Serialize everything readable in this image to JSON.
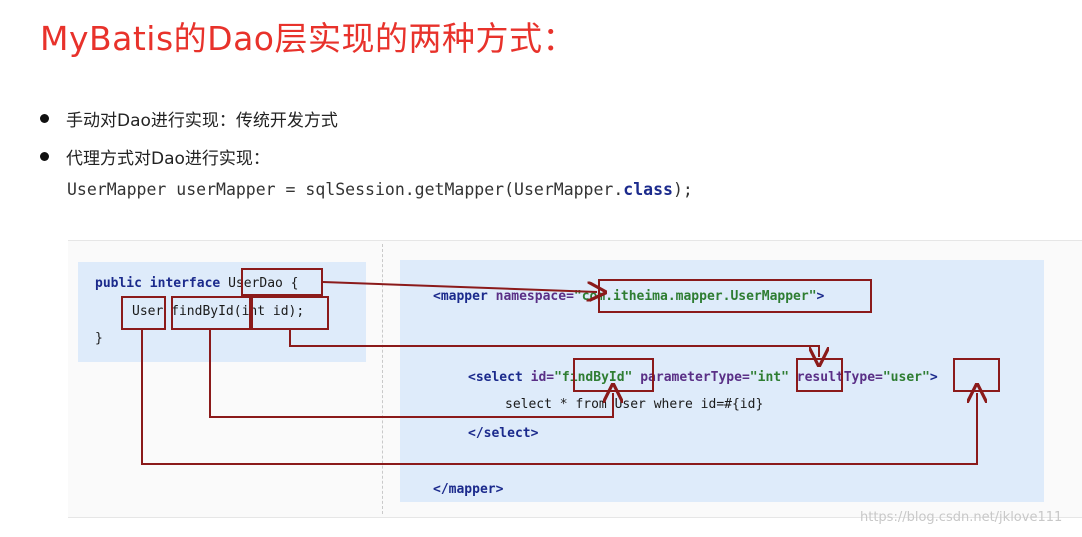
{
  "title": "MyBatis的Dao层实现的两种方式：",
  "bullets": [
    "手动对Dao进行实现：传统开发方式",
    "代理方式对Dao进行实现："
  ],
  "code": {
    "prefix": "UserMapper userMapper = sqlSession.getMapper(UserMapper.",
    "keyword": "class",
    "suffix": ");"
  },
  "interface_code": {
    "kw": "public interface ",
    "name": "UserDao",
    "brace_open": " {",
    "ret_type": "User",
    "method": "findById",
    "params": "(int id);",
    "brace_close": "}"
  },
  "mapper_code": {
    "open_tag": "<mapper ",
    "ns_attr": "namespace=",
    "ns_value": "\"com.itheima.mapper.UserMapper\"",
    "open_end": ">",
    "select_tag": "<select ",
    "id_attr": "id=",
    "id_value": "\"findById\"",
    "pt_attr": " parameterType=",
    "pt_value": "\"int\"",
    "rt_attr": " resultType=",
    "rt_value": "\"user\"",
    "select_end": ">",
    "sql": "select * from User where id=#{id}",
    "select_close": "</select>",
    "mapper_close": "</mapper>"
  },
  "colors": {
    "title": "#e8322b",
    "link": "#8b1a1a",
    "panel": "#deebfa"
  },
  "watermark": "https://blog.csdn.net/jklove111"
}
